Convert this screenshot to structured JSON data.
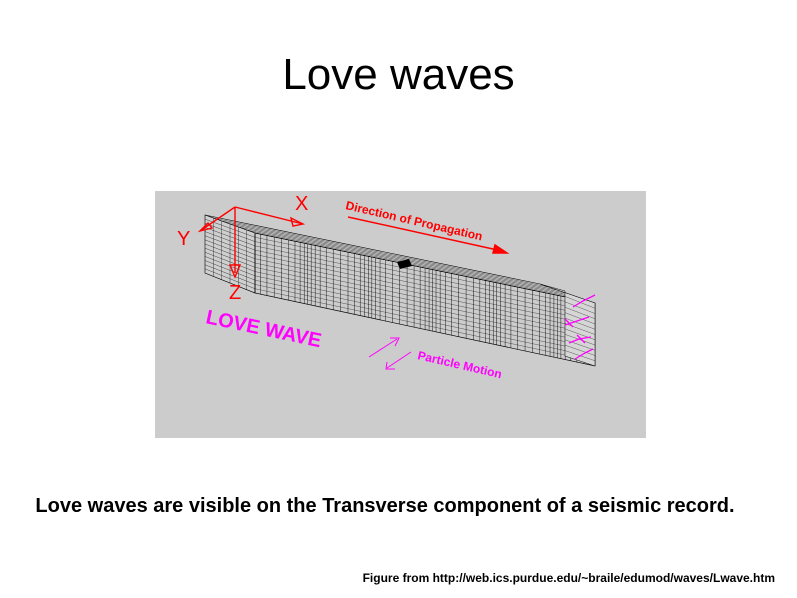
{
  "slide": {
    "title": "Love waves",
    "caption": "Love waves are visible on the Transverse component of a seismic record.",
    "source": "Figure from http://web.ics.purdue.edu/~braile/edumod/waves/Lwave.htm"
  },
  "figure": {
    "axis_x": "X",
    "axis_y": "Y",
    "axis_z": "Z",
    "direction_label": "Direction of Propagation",
    "wave_label": "LOVE WAVE",
    "motion_label": "Particle Motion",
    "colors": {
      "background": "#cccccc",
      "axes": "#ff0000",
      "direction": "#ff0000",
      "wave_label": "#ff00ff",
      "motion": "#ff00ff",
      "grid": "#000000"
    }
  }
}
